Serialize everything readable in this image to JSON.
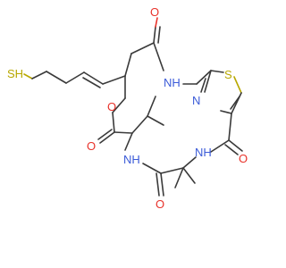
{
  "molecule": {
    "atoms": {
      "sh_label": "SH",
      "s_ring_label": "S",
      "o_ring_label": "O",
      "o_ester_label": "O",
      "o_amide_top_label": "O",
      "o_amide_bottom_right_label": "O",
      "o_amide_bottom_label": "O",
      "nh_top_label": "NH",
      "n_thiazole_label": "N",
      "nh_right_label": "NH",
      "nh_left_label": "NH"
    },
    "colors": {
      "carbon": "#3a3a3a",
      "oxygen": "#e8322a",
      "nitrogen": "#3b5bd8",
      "sulfur": "#b8a800"
    }
  }
}
